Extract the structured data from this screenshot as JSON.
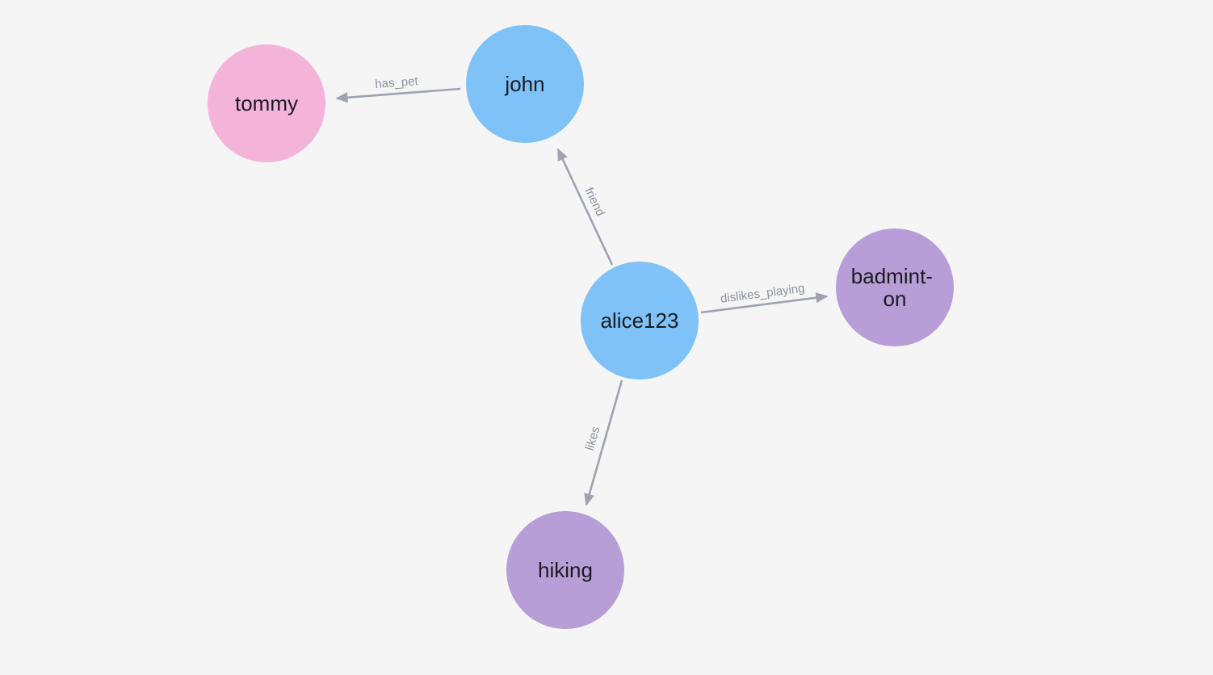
{
  "page": {
    "background": "#f5f5f6"
  },
  "colors": {
    "node_blue": "#7ec2f7",
    "node_pink": "#f4b3d8",
    "node_purple": "#b79ed6",
    "node_text": "#1a1c20",
    "edge": "#9ea3af",
    "edge_text": "#8d919a"
  },
  "graph": {
    "nodes": [
      {
        "id": "tommy",
        "label": "tommy",
        "color": "pink"
      },
      {
        "id": "john",
        "label": "john",
        "color": "blue"
      },
      {
        "id": "alice123",
        "label": "alice123",
        "color": "blue"
      },
      {
        "id": "badminton",
        "label_line1": "badmint-",
        "label_line2": "on",
        "color": "purple"
      },
      {
        "id": "hiking",
        "label": "hiking",
        "color": "purple"
      }
    ],
    "edges": [
      {
        "from": "john",
        "to": "tommy",
        "label": "has_pet"
      },
      {
        "from": "alice123",
        "to": "john",
        "label": "friend"
      },
      {
        "from": "alice123",
        "to": "badminton",
        "label": "dislikes_playing"
      },
      {
        "from": "alice123",
        "to": "hiking",
        "label": "likes"
      }
    ]
  }
}
